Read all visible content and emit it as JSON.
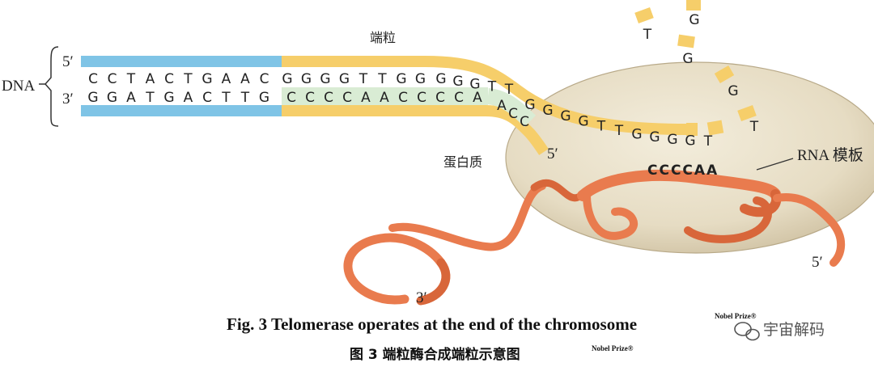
{
  "labels": {
    "dna": "DNA",
    "five_prime_top": "5′",
    "three_prime_bottom": "3′",
    "telomere": "端粒",
    "protein": "蛋白质",
    "rna_template": "RNA 模板",
    "five_prime_strand": "5′",
    "rna_three_prime": "3′",
    "rna_five_prime": "5′"
  },
  "sequences": {
    "top_blue": [
      "C",
      "C",
      "T",
      "A",
      "C",
      "T",
      "G",
      "A",
      "A",
      "C"
    ],
    "top_yellow_straight": [
      "G",
      "G",
      "G",
      "G",
      "T",
      "T",
      "G",
      "G"
    ],
    "top_yellow_curve": [
      "G",
      "G",
      "G",
      "T",
      "T"
    ],
    "top_yellow_lower": [
      "G",
      "G",
      "G",
      "G",
      "T",
      "T",
      "G",
      "G",
      "G",
      "G",
      "T"
    ],
    "bottom_blue": [
      "G",
      "G",
      "A",
      "T",
      "G",
      "A",
      "C",
      "T",
      "T",
      "G"
    ],
    "bottom_green": [
      "C",
      "C",
      "C",
      "C",
      "A",
      "A",
      "C",
      "C",
      "C",
      "C",
      "A",
      "A",
      "C",
      "C"
    ],
    "rna_template": "CCCCAA",
    "free_nucleotides": [
      "T",
      "G",
      "G",
      "G",
      "T"
    ]
  },
  "caption": {
    "english": "Fig. 3  Telomerase operates at the end of the chromosome",
    "chinese": "图 3  端粒酶合成端粒示意图",
    "nobel_prize": "Nobel Prize®"
  },
  "watermark": "宇宙解码",
  "colors": {
    "dna_blue": "#7fc4e6",
    "telomere_yellow": "#f6ce6a",
    "template_green": "#d9ecd4",
    "protein": "#e9e1cc",
    "rna_ribbon": "#e97b4e"
  }
}
